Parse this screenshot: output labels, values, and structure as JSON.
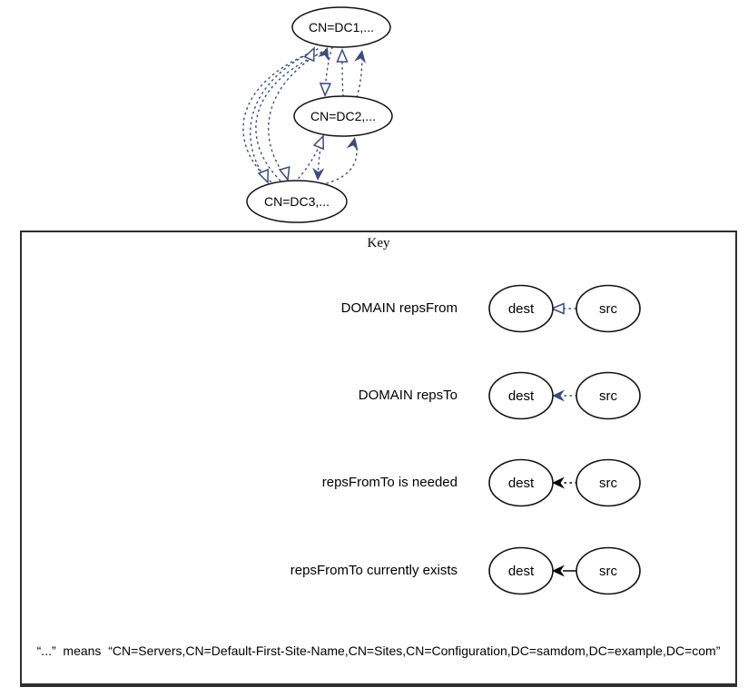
{
  "colors": {
    "edge_navy": "#3b4a7c",
    "edge_black": "#000000",
    "node_stroke": "#111111",
    "keybox_border": "#2e2e2e"
  },
  "graph": {
    "nodes": [
      {
        "id": "dc1",
        "label": "CN=DC1,..."
      },
      {
        "id": "dc2",
        "label": "CN=DC2,..."
      },
      {
        "id": "dc3",
        "label": "CN=DC3,..."
      }
    ],
    "edge_style": "dotted navy with repsFrom (open triangle) and repsTo (filled vee) arrowheads"
  },
  "key": {
    "title": "Key",
    "rows": [
      {
        "label": "DOMAIN repsFrom",
        "dest": "dest",
        "src": "src",
        "arrow": "open-triangle",
        "line": "dotted",
        "color": "#3b4a7c"
      },
      {
        "label": "DOMAIN repsTo",
        "dest": "dest",
        "src": "src",
        "arrow": "filled-vee",
        "line": "dotted",
        "color": "#3b4a7c"
      },
      {
        "label": "repsFromTo is needed",
        "dest": "dest",
        "src": "src",
        "arrow": "filled-vee",
        "line": "dotted",
        "color": "#000000"
      },
      {
        "label": "repsFromTo currently exists",
        "dest": "dest",
        "src": "src",
        "arrow": "filled-vee",
        "line": "solid",
        "color": "#000000"
      }
    ],
    "note": "“...”  means  “CN=Servers,CN=Default-First-Site-Name,CN=Sites,CN=Configuration,DC=samdom,DC=example,DC=com”"
  }
}
